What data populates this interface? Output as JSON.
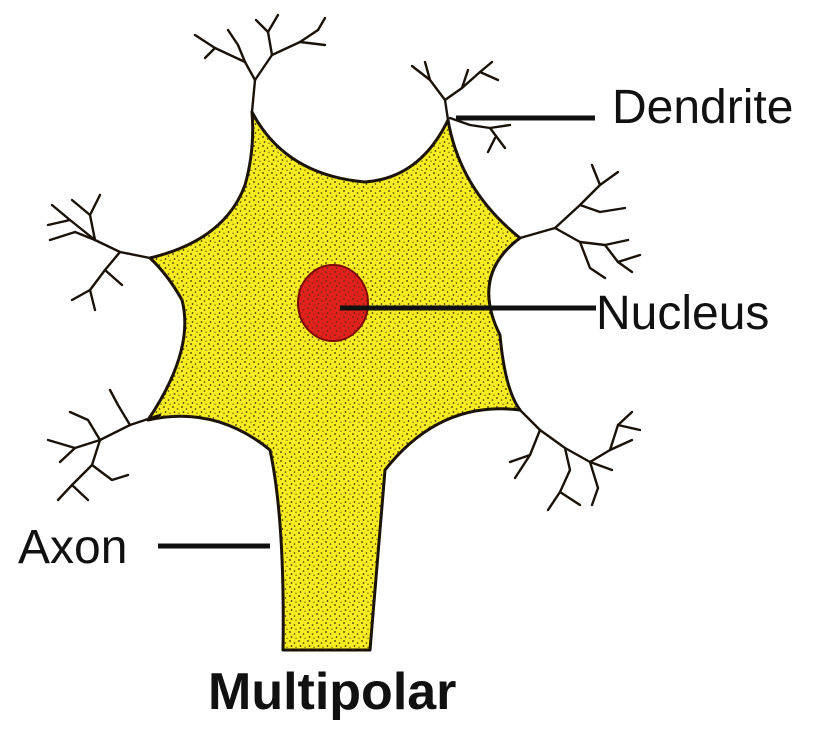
{
  "title": "Multipolar",
  "labels": {
    "dendrite": "Dendrite",
    "nucleus": "Nucleus",
    "axon": "Axon"
  },
  "colors": {
    "cell_body": "#f7ec1f",
    "nucleus": "#e3211c",
    "outline": "#1a1208",
    "stipple": "#3a3010",
    "leader_line": "#111111"
  }
}
